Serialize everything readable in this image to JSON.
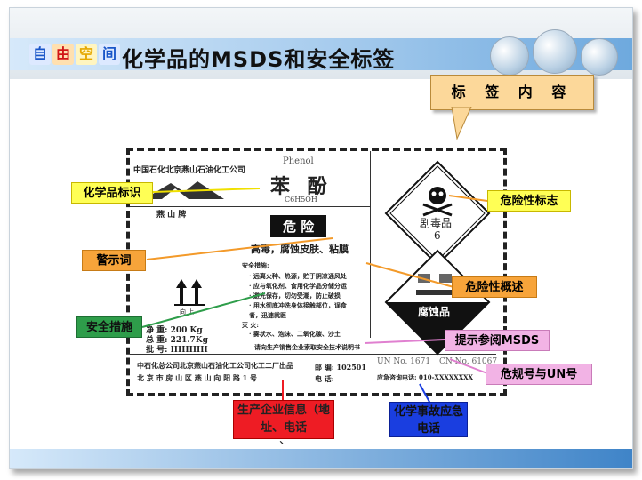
{
  "header": {
    "logo_chars": [
      "自",
      "由",
      "空",
      "间"
    ],
    "title": "化学品的MSDS和安全标签"
  },
  "callout_title": "标 签 内 容",
  "label": {
    "company": "中国石化北京燕山石油化工公司",
    "brand": "燕 山 牌",
    "name_en": "Phenol",
    "name_cn": "苯 酚",
    "formula": "C6H5OH",
    "signal_word": "危 险",
    "hazard_summary": "高毒，腐蚀皮肤、粘膜",
    "measures_title": "安全措施:",
    "measures": [
      "· 远离火种、热源，贮于阴凉通风处",
      "· 应与氧化剂、食用化学品分储分运",
      "· 避光保存，切勿受潮，防止破损",
      "· 用水彻底冲洗身体接触部位，误食",
      "  者，迅速就医"
    ],
    "fire_title": "灭 火:",
    "fire": "· 雾状水、泡沫、二氧化碳、沙土",
    "up_label": "向 上",
    "net_weight": "净  重: 200 Kg",
    "gross_weight": "总  重: 221.7Kg",
    "batch": "批  号: IIIIIIIIII",
    "msds_hint": "请向生产销售企业索取安全技术说明书",
    "producer_line1": "中石化总公司北京燕山石油化工公司化工二厂出品",
    "producer_line2": "北 京 市 房 山 区 燕 山 向 阳 路 1 号",
    "postcode": "邮 编: 102501",
    "phone": "电 话:",
    "un_no": "UN No.  1671",
    "cn_no": "CN No.  61067",
    "emergency_phone": "应急咨询电话: 010-XXXXXXXX",
    "toxic_diamond_text": "剧毒品",
    "toxic_diamond_num": "6",
    "corrosive_diamond_text": "腐蚀品"
  },
  "tags": {
    "chem_id": "化学品标识",
    "hazard_symbol": "危险性标志",
    "signal": "警示词",
    "hazard_overview": "危险性概述",
    "safety": "安全措施",
    "msds": "提示参阅MSDS",
    "regs": "危规号与UN号",
    "producer": "生产企业信息（地址、电话",
    "producer_tail": "、",
    "emergency": "化学事故应急电话"
  }
}
